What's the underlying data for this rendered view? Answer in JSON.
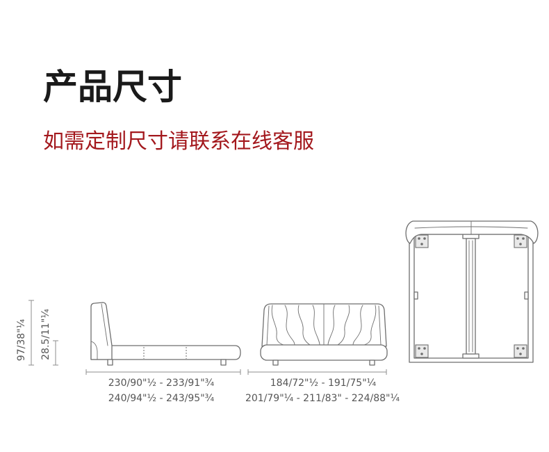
{
  "title": "产品尺寸",
  "subtitle": "如需定制尺寸请联系在线客服",
  "colors": {
    "title": "#1a1a1a",
    "subtitle": "#a3181d",
    "line": "#6e6e6e",
    "label": "#555555"
  },
  "side_view": {
    "total_height_label": "97/38\"¼",
    "base_height_label": "28.5/11\"¼",
    "length_labels": [
      "230/90\"½ - 233/91\"¾",
      "240/94\"½ - 243/95\"¾"
    ]
  },
  "front_view": {
    "width_labels": [
      "184/72\"½ - 191/75\"¼",
      "201/79\"¼ - 211/83\" - 224/88\"¼"
    ]
  }
}
